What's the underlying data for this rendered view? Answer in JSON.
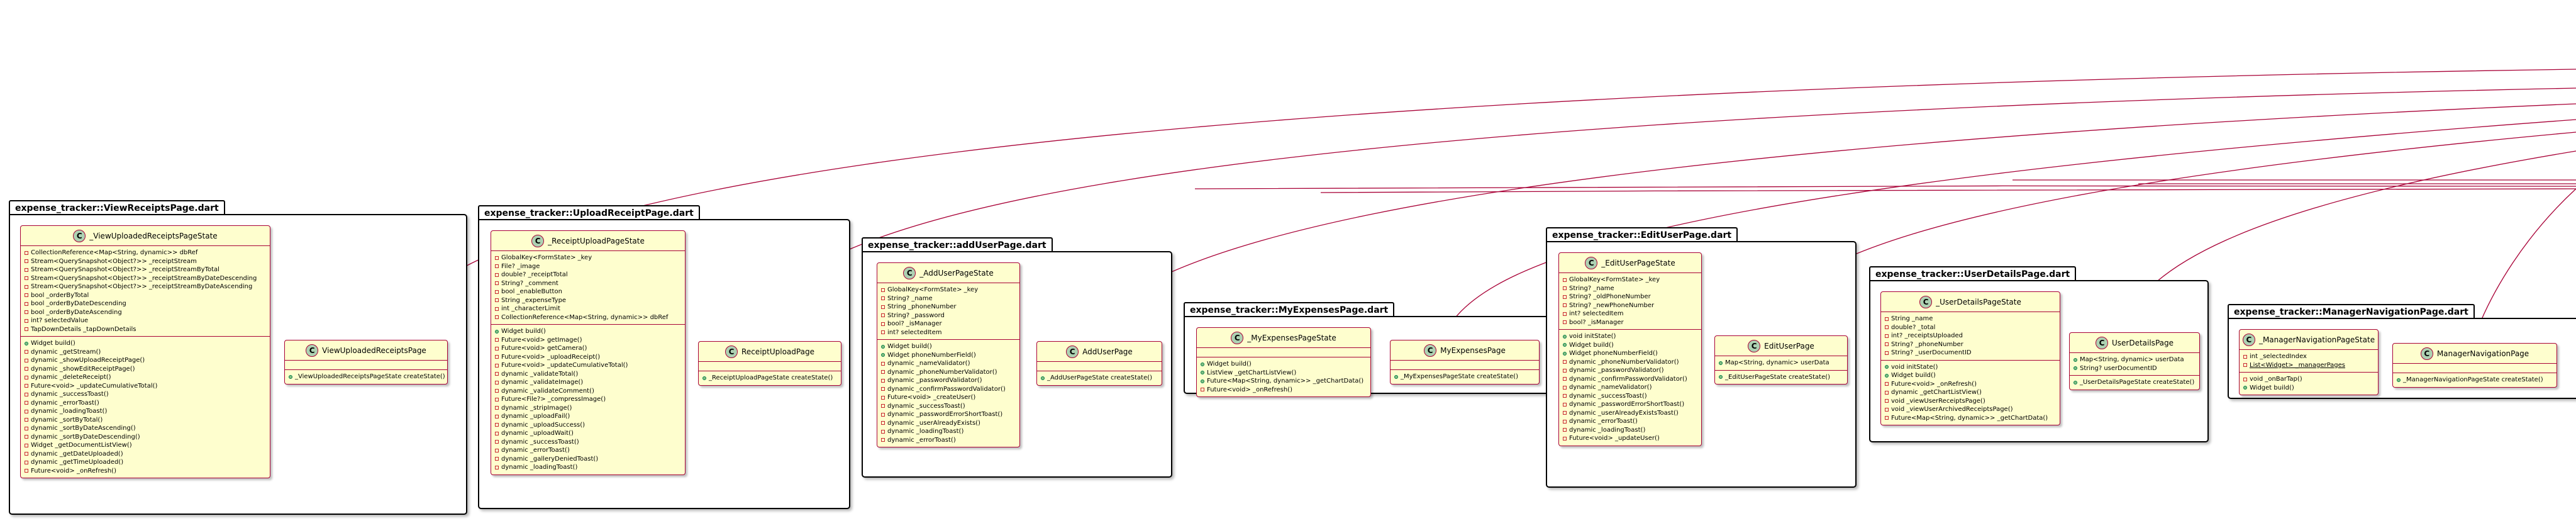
{
  "colors": {
    "class_fill": "#FEFECE",
    "class_border": "#A80036",
    "edge": "#A80036",
    "badge": "#ADD1B2",
    "private_marker": "#C82930",
    "public_marker": "#84BE84"
  },
  "packages": [
    {
      "title": "expense_tracker::ViewReceiptsPage.dart",
      "classes": [
        {
          "badge": "C",
          "name": "_ViewUploadedReceiptsPageState",
          "fields": [
            {
              "vis": "private",
              "text": "CollectionReference<Map<String, dynamic>> dbRef"
            },
            {
              "vis": "private",
              "text": "Stream<QuerySnapshot<Object?>> _receiptStream"
            },
            {
              "vis": "private",
              "text": "Stream<QuerySnapshot<Object?>> _receiptStreamByTotal"
            },
            {
              "vis": "private",
              "text": "Stream<QuerySnapshot<Object?>> _receiptStreamByDateDescending"
            },
            {
              "vis": "private",
              "text": "Stream<QuerySnapshot<Object?>> _receiptStreamByDateAscending"
            },
            {
              "vis": "private",
              "text": "bool _orderByTotal"
            },
            {
              "vis": "private",
              "text": "bool _orderByDateDescending"
            },
            {
              "vis": "private",
              "text": "bool _orderByDateAscending"
            },
            {
              "vis": "private",
              "text": "int? selectedValue"
            },
            {
              "vis": "private",
              "text": "TapDownDetails _tapDownDetails"
            }
          ],
          "methods": [
            {
              "vis": "public",
              "text": "Widget build()"
            },
            {
              "vis": "private",
              "text": "dynamic _getStream()"
            },
            {
              "vis": "private",
              "text": "dynamic _showUploadReceiptPage()"
            },
            {
              "vis": "private",
              "text": "dynamic _showEditReceiptPage()"
            },
            {
              "vis": "private",
              "text": "dynamic _deleteReceipt()"
            },
            {
              "vis": "private",
              "text": "Future<void> _updateCumulativeTotal()"
            },
            {
              "vis": "private",
              "text": "dynamic _successToast()"
            },
            {
              "vis": "private",
              "text": "dynamic _errorToast()"
            },
            {
              "vis": "private",
              "text": "dynamic _loadingToast()"
            },
            {
              "vis": "private",
              "text": "dynamic _sortByTotal()"
            },
            {
              "vis": "private",
              "text": "dynamic _sortByDateAscending()"
            },
            {
              "vis": "private",
              "text": "dynamic _sortByDateDescending()"
            },
            {
              "vis": "private",
              "text": "Widget _getDocumentListView()"
            },
            {
              "vis": "private",
              "text": "dynamic _getDateUploaded()"
            },
            {
              "vis": "private",
              "text": "dynamic _getTimeUploaded()"
            },
            {
              "vis": "private",
              "text": "Future<void> _onRefresh()"
            }
          ]
        },
        {
          "badge": "C",
          "name": "ViewUploadedReceiptsPage",
          "fields": [],
          "methods": [
            {
              "vis": "public",
              "text": "_ViewUploadedReceiptsPageState createState()"
            }
          ]
        }
      ]
    },
    {
      "title": "expense_tracker::UploadReceiptPage.dart",
      "classes": [
        {
          "badge": "C",
          "name": "_ReceiptUploadPageState",
          "fields": [
            {
              "vis": "private",
              "text": "GlobalKey<FormState> _key"
            },
            {
              "vis": "private",
              "text": "File? _image"
            },
            {
              "vis": "private",
              "text": "double? _receiptTotal"
            },
            {
              "vis": "private",
              "text": "String? _comment"
            },
            {
              "vis": "private",
              "text": "bool _enableButton"
            },
            {
              "vis": "private",
              "text": "String _expenseType"
            },
            {
              "vis": "private",
              "text": "int _characterLimit"
            },
            {
              "vis": "private",
              "text": "CollectionReference<Map<String, dynamic>> dbRef"
            }
          ],
          "methods": [
            {
              "vis": "public",
              "text": "Widget build()"
            },
            {
              "vis": "private",
              "text": "Future<void> getImage()"
            },
            {
              "vis": "private",
              "text": "Future<void> getCamera()"
            },
            {
              "vis": "private",
              "text": "Future<void> _uploadReceipt()"
            },
            {
              "vis": "private",
              "text": "Future<void> _updateCumulativeTotal()"
            },
            {
              "vis": "private",
              "text": "dynamic _validateTotal()"
            },
            {
              "vis": "private",
              "text": "dynamic _validateImage()"
            },
            {
              "vis": "private",
              "text": "dynamic _validateComment()"
            },
            {
              "vis": "private",
              "text": "Future<File?> _compressImage()"
            },
            {
              "vis": "private",
              "text": "dynamic _stripImage()"
            },
            {
              "vis": "private",
              "text": "dynamic _uploadFail()"
            },
            {
              "vis": "private",
              "text": "dynamic _uploadSuccess()"
            },
            {
              "vis": "private",
              "text": "dynamic _uploadWait()"
            },
            {
              "vis": "private",
              "text": "dynamic _successToast()"
            },
            {
              "vis": "private",
              "text": "dynamic _errorToast()"
            },
            {
              "vis": "private",
              "text": "dynamic _galleryDeniedToast()"
            },
            {
              "vis": "private",
              "text": "dynamic _loadingToast()"
            }
          ]
        },
        {
          "badge": "C",
          "name": "ReceiptUploadPage",
          "fields": [],
          "methods": [
            {
              "vis": "public",
              "text": "_ReceiptUploadPageState createState()"
            }
          ]
        }
      ]
    },
    {
      "title": "expense_tracker::addUserPage.dart",
      "classes": [
        {
          "badge": "C",
          "name": "_AddUserPageState",
          "fields": [
            {
              "vis": "private",
              "text": "GlobalKey<FormState> _key"
            },
            {
              "vis": "private",
              "text": "String? _name"
            },
            {
              "vis": "private",
              "text": "String _phoneNumber"
            },
            {
              "vis": "private",
              "text": "String? _password"
            },
            {
              "vis": "private",
              "text": "bool? _isManager"
            },
            {
              "vis": "private",
              "text": "int? selectedItem"
            }
          ],
          "methods": [
            {
              "vis": "public",
              "text": "Widget build()"
            },
            {
              "vis": "public",
              "text": "Widget phoneNumberField()"
            },
            {
              "vis": "private",
              "text": "dynamic _nameValidator()"
            },
            {
              "vis": "private",
              "text": "dynamic _phoneNumberValidator()"
            },
            {
              "vis": "private",
              "text": "dynamic _passwordValidator()"
            },
            {
              "vis": "private",
              "text": "dynamic _confirmPasswordValidator()"
            },
            {
              "vis": "private",
              "text": "Future<void> _createUser()"
            },
            {
              "vis": "private",
              "text": "dynamic _successToast()"
            },
            {
              "vis": "private",
              "text": "dynamic _passwordErrorShortToast()"
            },
            {
              "vis": "private",
              "text": "dynamic _userAlreadyExists()"
            },
            {
              "vis": "private",
              "text": "dynamic _loadingToast()"
            },
            {
              "vis": "private",
              "text": "dynamic _errorToast()"
            }
          ]
        },
        {
          "badge": "C",
          "name": "AddUserPage",
          "fields": [],
          "methods": [
            {
              "vis": "public",
              "text": "_AddUserPageState createState()"
            }
          ]
        }
      ]
    },
    {
      "title": "expense_tracker::MyExpensesPage.dart",
      "classes": [
        {
          "badge": "C",
          "name": "_MyExpensesPageState",
          "fields": [],
          "methods": [
            {
              "vis": "public",
              "text": "Widget build()"
            },
            {
              "vis": "public",
              "text": "ListView _getChartListView()"
            },
            {
              "vis": "public",
              "text": "Future<Map<String, dynamic>> _getChartData()"
            },
            {
              "vis": "private",
              "text": "Future<void> _onRefresh()"
            }
          ]
        },
        {
          "badge": "C",
          "name": "MyExpensesPage",
          "fields": [],
          "methods": [
            {
              "vis": "public",
              "text": "_MyExpensesPageState createState()"
            }
          ]
        }
      ]
    },
    {
      "title": "expense_tracker::EditUserPage.dart",
      "classes": [
        {
          "badge": "C",
          "name": "_EditUserPageState",
          "fields": [
            {
              "vis": "private",
              "text": "GlobalKey<FormState> _key"
            },
            {
              "vis": "private",
              "text": "String? _name"
            },
            {
              "vis": "private",
              "text": "String? _oldPhoneNumber"
            },
            {
              "vis": "private",
              "text": "String? _newPhoneNumber"
            },
            {
              "vis": "private",
              "text": "int? selectedItem"
            },
            {
              "vis": "private",
              "text": "bool? _isManager"
            }
          ],
          "methods": [
            {
              "vis": "public",
              "text": "void initState()"
            },
            {
              "vis": "public",
              "text": "Widget build()"
            },
            {
              "vis": "public",
              "text": "Widget phoneNumberField()"
            },
            {
              "vis": "private",
              "text": "dynamic _phoneNumberValidator()"
            },
            {
              "vis": "private",
              "text": "dynamic _passwordValidator()"
            },
            {
              "vis": "private",
              "text": "dynamic _confirmPasswordValidator()"
            },
            {
              "vis": "private",
              "text": "dynamic _nameValidator()"
            },
            {
              "vis": "private",
              "text": "dynamic _successToast()"
            },
            {
              "vis": "private",
              "text": "dynamic _passwordErrorShortToast()"
            },
            {
              "vis": "private",
              "text": "dynamic _userAlreadyExistsToast()"
            },
            {
              "vis": "private",
              "text": "dynamic _errorToast()"
            },
            {
              "vis": "private",
              "text": "dynamic _loadingToast()"
            },
            {
              "vis": "private",
              "text": "Future<void> _updateUser()"
            }
          ]
        },
        {
          "badge": "C",
          "name": "EditUserPage",
          "fields": [
            {
              "vis": "public",
              "text": "Map<String, dynamic> userData"
            }
          ],
          "methods": [
            {
              "vis": "public",
              "text": "_EditUserPageState createState()"
            }
          ]
        }
      ]
    },
    {
      "title": "expense_tracker::UserDetailsPage.dart",
      "classes": [
        {
          "badge": "C",
          "name": "_UserDetailsPageState",
          "fields": [
            {
              "vis": "private",
              "text": "String _name"
            },
            {
              "vis": "private",
              "text": "double? _total"
            },
            {
              "vis": "private",
              "text": "int? _receiptsUploaded"
            },
            {
              "vis": "private",
              "text": "String? _phoneNumber"
            },
            {
              "vis": "private",
              "text": "String? _userDocumentID"
            }
          ],
          "methods": [
            {
              "vis": "public",
              "text": "void initState()"
            },
            {
              "vis": "public",
              "text": "Widget build()"
            },
            {
              "vis": "private",
              "text": "Future<void> _onRefresh()"
            },
            {
              "vis": "private",
              "text": "dynamic _getChartListView()"
            },
            {
              "vis": "private",
              "text": "void _viewUserReceiptsPage()"
            },
            {
              "vis": "private",
              "text": "void _viewUserArchivedReceiptsPage()"
            },
            {
              "vis": "private",
              "text": "Future<Map<String, dynamic>> _getChartData()"
            }
          ]
        },
        {
          "badge": "C",
          "name": "UserDetailsPage",
          "fields": [
            {
              "vis": "public",
              "text": "Map<String, dynamic> userData"
            },
            {
              "vis": "public",
              "text": "String? userDocumentID"
            }
          ],
          "methods": [
            {
              "vis": "public",
              "text": "_UserDetailsPageState createState()"
            }
          ]
        }
      ]
    },
    {
      "title": "expense_tracker::ManagerNavigationPage.dart",
      "classes": [
        {
          "badge": "C",
          "name": "_ManagerNavigationPageState",
          "fields": [
            {
              "vis": "private",
              "text": "int _selectedIndex"
            },
            {
              "vis": "private",
              "text": "List<Widget> _managerPages",
              "static": true
            }
          ],
          "methods": [
            {
              "vis": "private",
              "text": "void _onBarTap()"
            },
            {
              "vis": "public",
              "text": "Widget build()"
            }
          ]
        },
        {
          "badge": "C",
          "name": "ManagerNavigationPage",
          "fields": [],
          "methods": [
            {
              "vis": "public",
              "text": "_ManagerNavigationPageState createState()"
            }
          ]
        }
      ]
    }
  ]
}
